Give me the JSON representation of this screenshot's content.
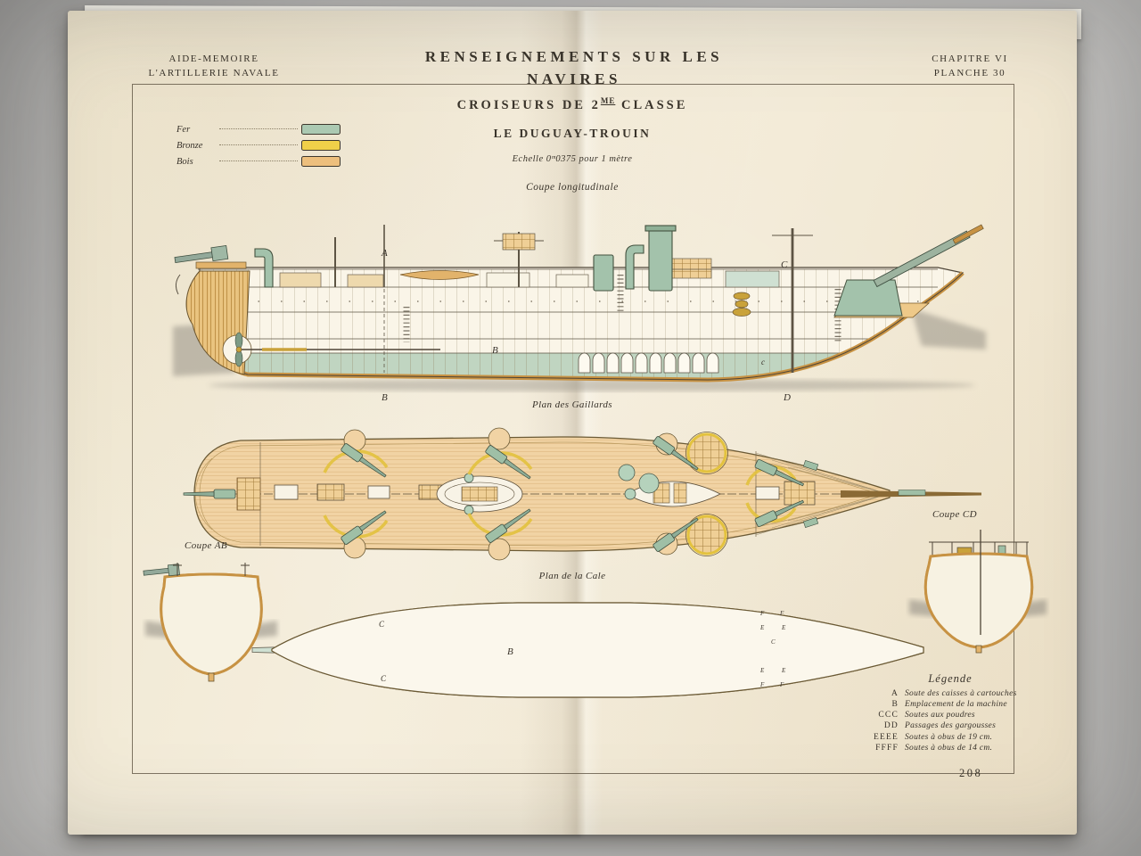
{
  "header": {
    "left_line1": "AIDE-MEMOIRE",
    "left_line2": "L'ARTILLERIE NAVALE",
    "center": "RENSEIGNEMENTS SUR LES NAVIRES",
    "right_line1": "CHAPITRE VI",
    "right_line2": "PLANCHE 30"
  },
  "plate": {
    "title_pre": "CROISEURS DE 2",
    "title_sup": "ME",
    "title_post": " CLASSE",
    "ship_name": "LE DUGUAY-TROUIN",
    "scale_note": "Echelle 0ᵐ0375 pour 1 mètre",
    "view_label": "Coupe longitudinale",
    "page_number": "208"
  },
  "materials_legend": {
    "items": [
      {
        "label": "Fer",
        "color": "#abc9b2"
      },
      {
        "label": "Bronze",
        "color": "#f0d049"
      },
      {
        "label": "Bois",
        "color": "#edbf7d"
      }
    ]
  },
  "view_labels": {
    "deck_plan": "Plan des Gaillards",
    "section_ab": "Coupe AB",
    "section_cd": "Coupe CD",
    "hold_plan": "Plan de la Cale"
  },
  "letters": {
    "a": "A",
    "b": "B",
    "c": "C",
    "c_small": "c",
    "d": "D",
    "e": "E",
    "f": "F"
  },
  "legend": {
    "title": "Légende",
    "entries": [
      {
        "key": "A",
        "text": "Soute des caisses à cartouches"
      },
      {
        "key": "B",
        "text": "Emplacement de la machine"
      },
      {
        "key": "CCC",
        "text": "Soutes aux poudres"
      },
      {
        "key": "DD",
        "text": "Passages des gargousses"
      },
      {
        "key": "EEEE",
        "text": "Soutes à obus de 19 cm."
      },
      {
        "key": "FFFF",
        "text": "Soutes à obus de 14 cm."
      }
    ]
  }
}
